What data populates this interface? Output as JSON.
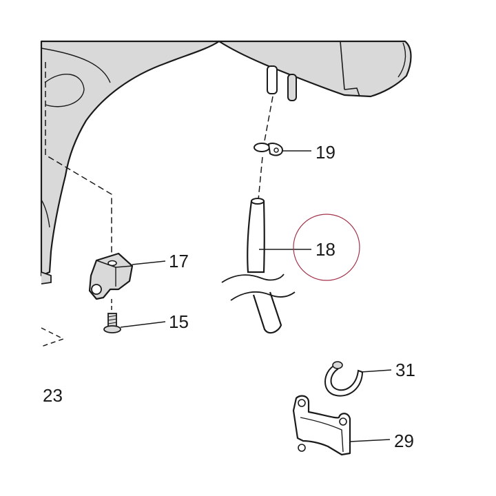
{
  "diagram": {
    "callouts": {
      "c15": "15",
      "c17": "17",
      "c18": "18",
      "c19": "19",
      "c23": "23",
      "c29": "29",
      "c31": "31"
    },
    "colors": {
      "housing_fill": "#d9d9d9",
      "line": "#1a1a1a",
      "highlight_ring": "#a3324a"
    }
  }
}
